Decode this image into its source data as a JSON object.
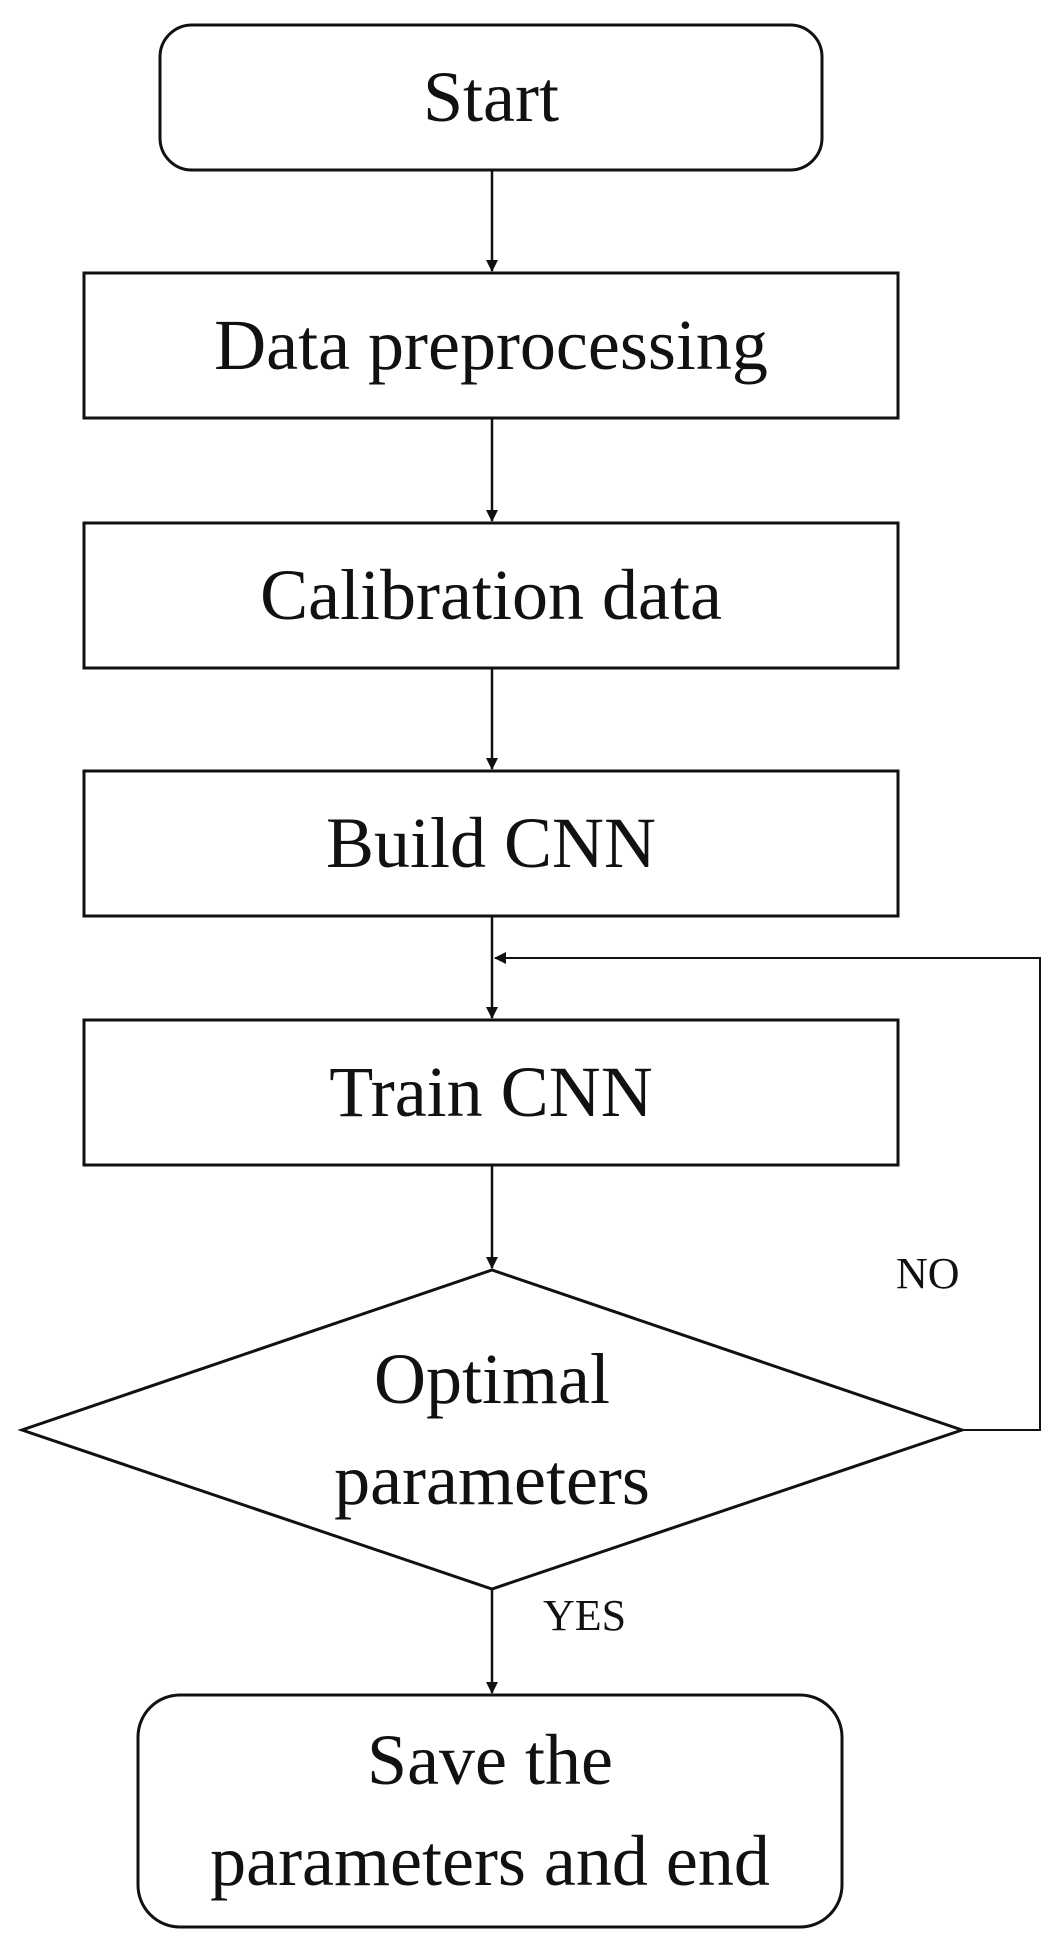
{
  "diagram": {
    "nodes": {
      "start": "Start",
      "preprocess": "Data preprocessing",
      "calibration": "Calibration data",
      "build": "Build CNN",
      "train": "Train CNN",
      "decision_line1": "Optimal",
      "decision_line2": "parameters",
      "end_line1": "Save the",
      "end_line2": "parameters and end"
    },
    "edges": {
      "no_label": "NO",
      "yes_label": "YES"
    }
  }
}
